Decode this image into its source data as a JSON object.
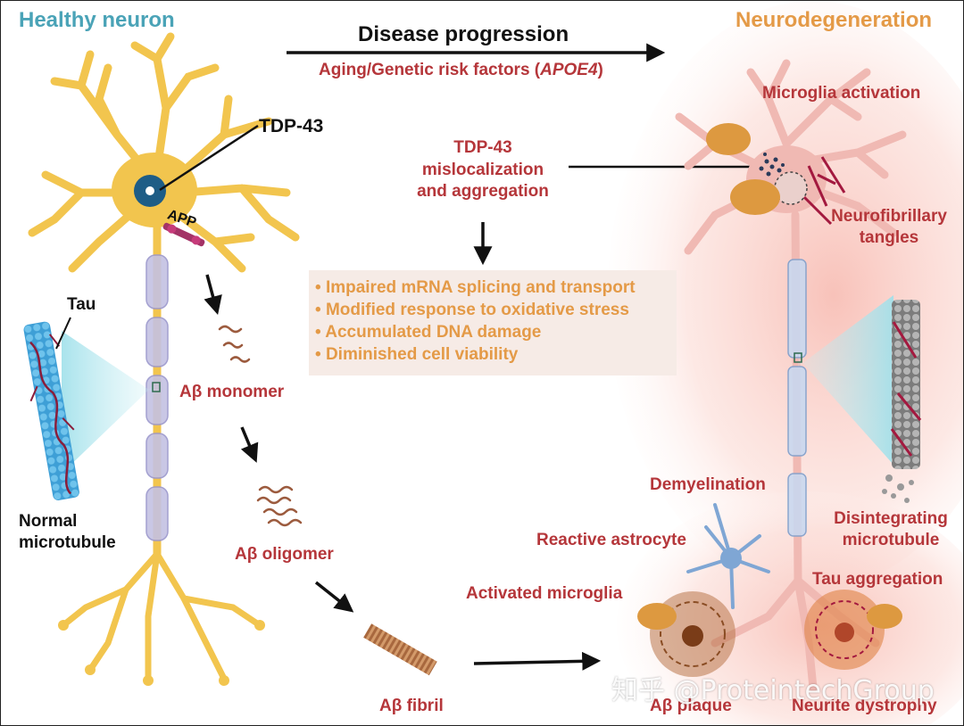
{
  "titles": {
    "healthy": "Healthy neuron",
    "neurodegeneration": "Neurodegeneration"
  },
  "progression": {
    "label": "Disease progression",
    "risk_prefix": "Aging/Genetic risk factors (",
    "risk_gene": "APOE4",
    "risk_suffix": ")"
  },
  "tdp43": {
    "marker": "TDP-43",
    "event_line1": "TDP-43",
    "event_line2": "mislocalization",
    "event_line3": "and aggregation"
  },
  "consequences": [
    "Impaired mRNA splicing and transport",
    "Modified response to oxidative stress",
    "Accumulated DNA damage",
    "Diminished cell viability"
  ],
  "bullet": "•",
  "healthy_labels": {
    "app": "APP",
    "tau": "Tau",
    "normal_microtubule_line1": "Normal",
    "normal_microtubule_line2": "microtubule"
  },
  "amyloid_path": {
    "monomer": "Aβ monomer",
    "oligomer": "Aβ oligomer",
    "fibril": "Aβ fibril",
    "plaque": "Aβ plaque"
  },
  "degeneration_labels": {
    "microglia_activation": "Microglia activation",
    "tangles_line1": "Neurofibrillary",
    "tangles_line2": "tangles",
    "demyelination": "Demyelination",
    "reactive_astrocyte": "Reactive astrocyte",
    "activated_microglia": "Activated microglia",
    "disintegrating_line1": "Disintegrating",
    "disintegrating_line2": "microtubule",
    "tau_aggregation": "Tau aggregation",
    "neurite_dystrophy": "Neurite dystrophy"
  },
  "watermark": "知乎 @ProteintechGroup",
  "colors": {
    "healthy_title": "#4aa3b7",
    "degeneration_title": "#e49a47",
    "label_red": "#b5363a",
    "neuron_body": "#f2c54e",
    "degenerate_neuron": "#f0b9b3",
    "myelin": "#c4c1e3",
    "microtubule_blue": "#3e9fd6",
    "consequence_box": "#f6ebe6",
    "consequence_text": "#e49a47",
    "microglia": "#dd9940",
    "astrocyte": "#7fa6d4"
  }
}
